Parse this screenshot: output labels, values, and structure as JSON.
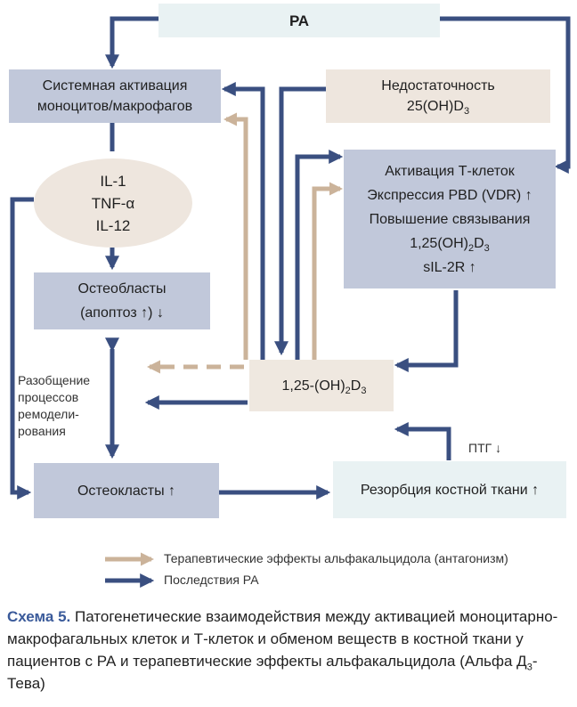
{
  "boxes": {
    "ra": "РА",
    "systemic_l1": "Системная активация",
    "systemic_l2": "моноцитов/макрофагов",
    "deficiency_l1": "Недостаточность",
    "deficiency_l2_main": "25(OH)D",
    "deficiency_l2_sub": "3",
    "tcell_l1": "Активация Т-клеток",
    "tcell_l2": "Экспрессия PBD (VDR) ↑",
    "tcell_l3": "Повышение связывания",
    "tcell_l4_a": "1,25(OH)",
    "tcell_l4_sub1": "2",
    "tcell_l4_b": "D",
    "tcell_l4_sub2": "3",
    "tcell_l5": "sIL-2R ↑",
    "cyt1": "IL-1",
    "cyt2": "TNF-α",
    "cyt3": "IL-12",
    "osteoblasts_l1": "Остеобласты",
    "osteoblasts_l2": "(апоптоз ↑) ↓",
    "vitd_a": "1,25-(OH)",
    "vitd_sub1": "2",
    "vitd_b": "D",
    "vitd_sub2": "3",
    "osteoclasts": "Остеокласты ↑",
    "resorption": "Резорбция костной ткани ↑"
  },
  "notes": {
    "uncoupling": [
      "Разобщение",
      "процессов",
      "ремодели-",
      "рования"
    ],
    "ptg": "ПТГ ↓"
  },
  "legend": {
    "therapeutic": "Терапевтические эффекты альфакальцидола (антагонизм)",
    "ra_consequences": "Последствия РА"
  },
  "caption": {
    "label": "Схема 5.",
    "text": "Патогенетические взаимодействия между активацией моноцитарно-макрофагальных клеток и Т-клеток и обменом веществ в костной ткани у пациентов с РА и терапевтические эффекты альфакальцидола (Альфа Д",
    "sub": "3",
    "text_end": "-Тева)"
  },
  "colors": {
    "ra_arrow": "#3a4f80",
    "therapeutic_arrow": "#cbb39a",
    "box_blue": "#c1c8da",
    "box_beige": "#eee6de",
    "box_pale": "#e9f2f3"
  }
}
